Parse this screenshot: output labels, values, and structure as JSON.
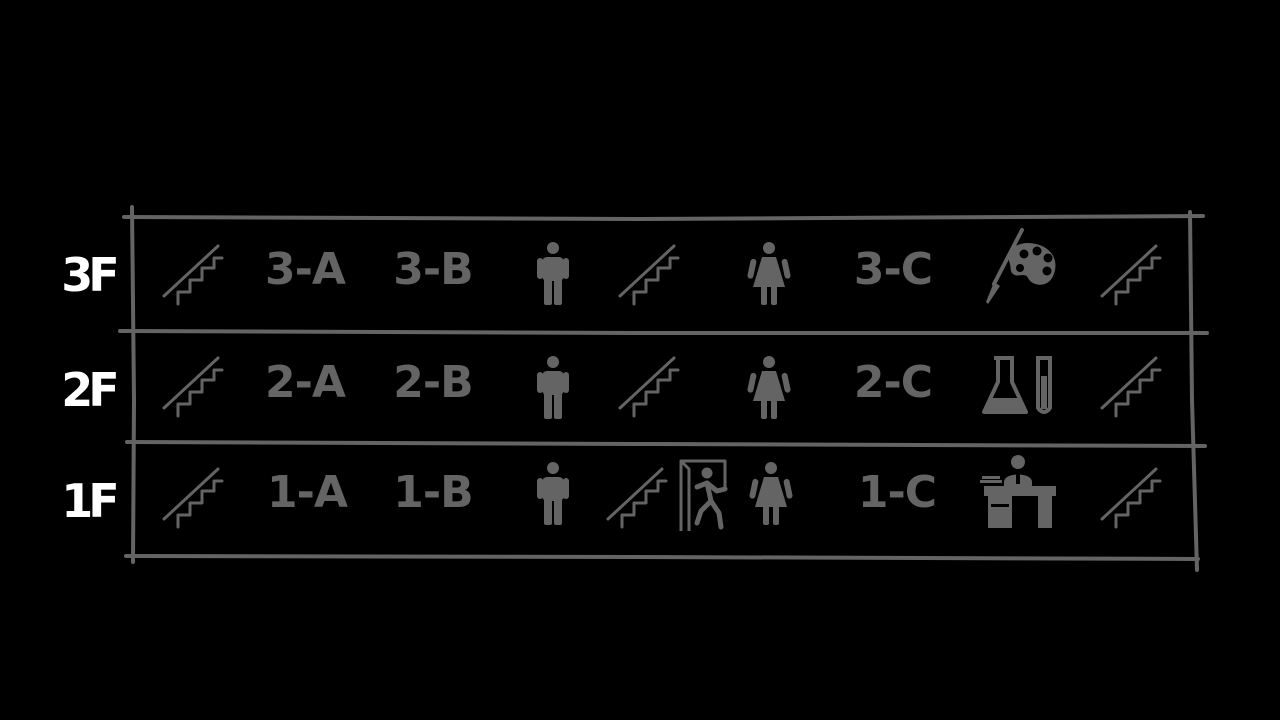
{
  "colors": {
    "background": "#000000",
    "grid": "#646464",
    "floor_label": "#ffffff",
    "room_label": "#646464"
  },
  "floors": [
    {
      "label": "3F",
      "cells": [
        {
          "kind": "icon",
          "icon": "stairs-icon"
        },
        {
          "kind": "room",
          "label": "3-A"
        },
        {
          "kind": "room",
          "label": "3-B"
        },
        {
          "kind": "icon",
          "icon": "mens-restroom-icon"
        },
        {
          "kind": "icon",
          "icon": "stairs-icon"
        },
        {
          "kind": "icon",
          "icon": "womens-restroom-icon"
        },
        {
          "kind": "room",
          "label": "3-C"
        },
        {
          "kind": "icon",
          "icon": "art-room-icon"
        },
        {
          "kind": "icon",
          "icon": "stairs-icon"
        }
      ]
    },
    {
      "label": "2F",
      "cells": [
        {
          "kind": "icon",
          "icon": "stairs-icon"
        },
        {
          "kind": "room",
          "label": "2-A"
        },
        {
          "kind": "room",
          "label": "2-B"
        },
        {
          "kind": "icon",
          "icon": "mens-restroom-icon"
        },
        {
          "kind": "icon",
          "icon": "stairs-icon"
        },
        {
          "kind": "icon",
          "icon": "womens-restroom-icon"
        },
        {
          "kind": "room",
          "label": "2-C"
        },
        {
          "kind": "icon",
          "icon": "science-lab-icon"
        },
        {
          "kind": "icon",
          "icon": "stairs-icon"
        }
      ]
    },
    {
      "label": "1F",
      "cells": [
        {
          "kind": "icon",
          "icon": "stairs-icon"
        },
        {
          "kind": "room",
          "label": "1-A"
        },
        {
          "kind": "room",
          "label": "1-B"
        },
        {
          "kind": "icon",
          "icon": "mens-restroom-icon"
        },
        {
          "kind": "icon",
          "icon": "stairs-icon"
        },
        {
          "kind": "icon",
          "icon": "emergency-exit-icon"
        },
        {
          "kind": "icon",
          "icon": "womens-restroom-icon"
        },
        {
          "kind": "room",
          "label": "1-C"
        },
        {
          "kind": "icon",
          "icon": "staff-room-icon"
        },
        {
          "kind": "icon",
          "icon": "stairs-icon"
        }
      ]
    }
  ]
}
